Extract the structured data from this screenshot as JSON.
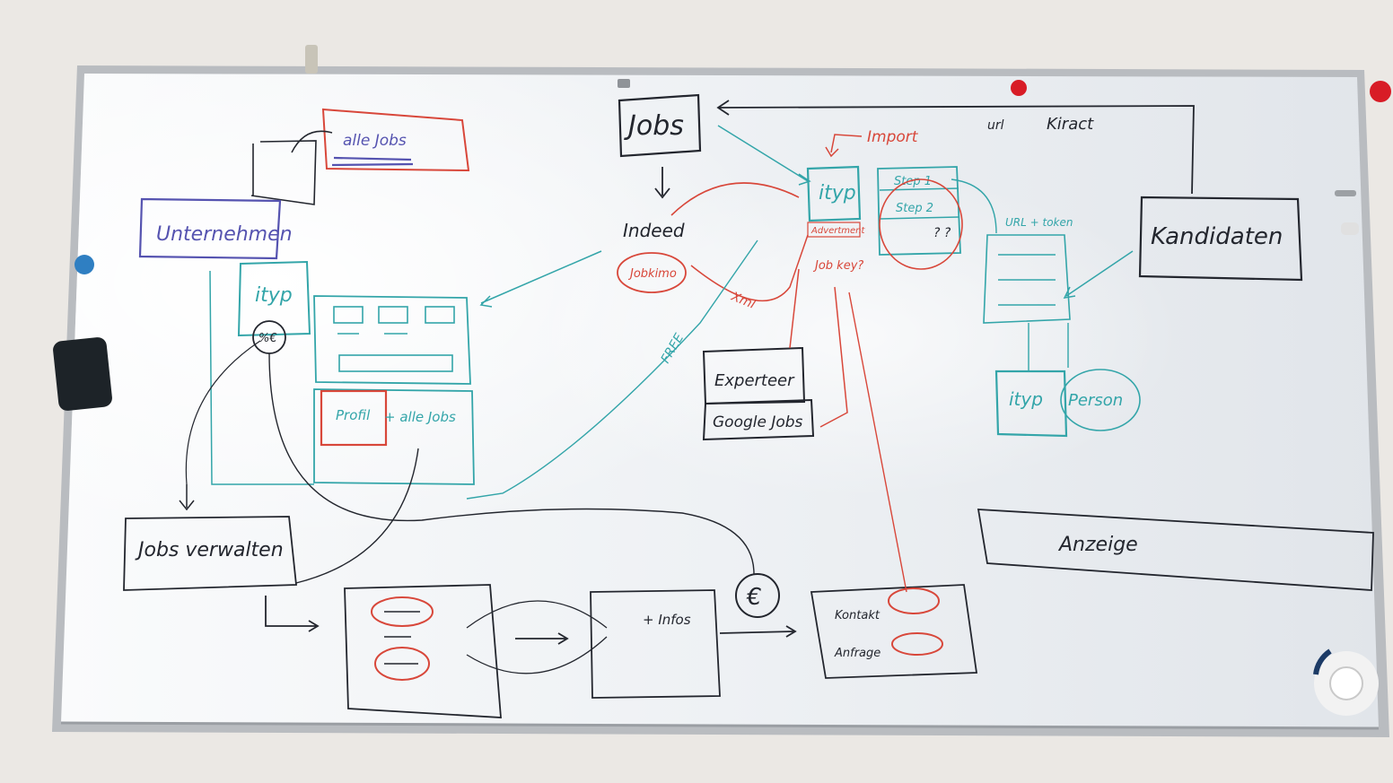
{
  "colors": {
    "wall": "#ebe8e4",
    "board": "#f4f6f8",
    "frame": "#b9bcc0",
    "ink_black": "#23262e",
    "ink_red": "#d8473a",
    "ink_teal": "#33a5a9",
    "ink_purple": "#5553b0",
    "magnet_red": "#d81c26",
    "magnet_blue": "#2f7fc2",
    "eraser": "#1d2328"
  },
  "labels": {
    "alle_jobs": "alle Jobs",
    "unternehmen": "Unternehmen",
    "jobs": "Jobs",
    "indeed": "Indeed",
    "jobkimo": "Jobkimo",
    "xml": "Xml",
    "free": "FREE",
    "import": "Import",
    "ityp": "ityp",
    "adverts": "Advertment",
    "step1": "Step 1",
    "step2": "Step 2",
    "job_key": "Job key?",
    "url_kiract": "url",
    "kiract": "Kiract",
    "url_token": "URL + token",
    "kandidaten": "Kandidaten",
    "ityp_left": "ityp",
    "percent_euro": "%€",
    "profil": "Profil",
    "alle_jobs_2": "+ alle Jobs",
    "experteer": "Experteer",
    "google_jobs": "Google Jobs",
    "ityp_person_a": "ityp",
    "ityp_person_b": "Person",
    "jobs_verwalten": "Jobs verwalten",
    "euro": "€",
    "infos": "+ Infos",
    "kontakt": "Kontakt",
    "anfrage": "Anfrage",
    "anzeige": "Anzeige"
  }
}
